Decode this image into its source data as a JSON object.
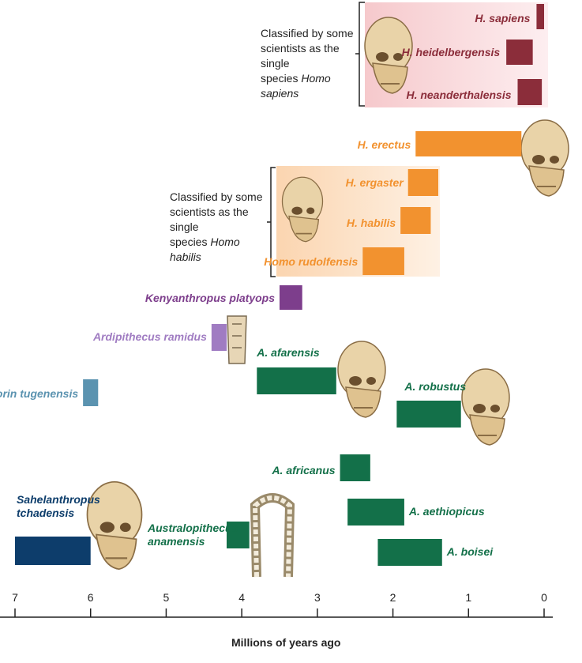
{
  "chart_data": {
    "type": "bar",
    "orientation": "horizontal-ranges",
    "xlabel": "Millions of years ago",
    "xlim": [
      7,
      0
    ],
    "x_ticks": [
      "7",
      "6",
      "5",
      "4",
      "3",
      "2",
      "1",
      "0"
    ],
    "colors": {
      "recent_homo": "#8b2d3a",
      "early_homo": "#f2922f",
      "kenyanthropus": "#7d3e8c",
      "ardipithecus": "#a07cc2",
      "orrorin": "#5b93b0",
      "australopithecus": "#137049",
      "sahelanthropus": "#0d3d6b"
    },
    "series": [
      {
        "name": "H. sapiens",
        "start": 0.1,
        "end": 0.0,
        "group": "recent_homo"
      },
      {
        "name": "H. heidelbergensis",
        "start": 0.5,
        "end": 0.15,
        "group": "recent_homo"
      },
      {
        "name": "H. neanderthalensis",
        "start": 0.35,
        "end": 0.03,
        "group": "recent_homo"
      },
      {
        "name": "H. erectus",
        "start": 1.7,
        "end": 0.3,
        "group": "early_homo"
      },
      {
        "name": "H. ergaster",
        "start": 1.8,
        "end": 1.4,
        "group": "early_homo"
      },
      {
        "name": "H. habilis",
        "start": 1.9,
        "end": 1.5,
        "group": "early_homo"
      },
      {
        "name": "Homo rudolfensis",
        "start": 2.4,
        "end": 1.85,
        "group": "early_homo"
      },
      {
        "name": "Kenyanthropus platyops",
        "start": 3.5,
        "end": 3.2,
        "group": "kenyanthropus"
      },
      {
        "name": "Ardipithecus ramidus",
        "start": 4.4,
        "end": 4.2,
        "group": "ardipithecus"
      },
      {
        "name": "Orrorin tugenensis",
        "start": 6.1,
        "end": 5.9,
        "group": "orrorin"
      },
      {
        "name": "A. afarensis",
        "start": 3.8,
        "end": 2.75,
        "group": "australopithecus"
      },
      {
        "name": "A. robustus",
        "start": 1.95,
        "end": 1.1,
        "group": "australopithecus"
      },
      {
        "name": "A. africanus",
        "start": 2.7,
        "end": 2.3,
        "group": "australopithecus"
      },
      {
        "name": "A. aethiopicus",
        "start": 2.6,
        "end": 1.85,
        "group": "australopithecus"
      },
      {
        "name": "A. boisei",
        "start": 2.2,
        "end": 1.35,
        "group": "australopithecus"
      },
      {
        "name": "Australopithecus anamensis",
        "start": 4.2,
        "end": 3.9,
        "group": "australopithecus"
      },
      {
        "name": "Sahelanthropus tchadensis",
        "start": 7.0,
        "end": 6.0,
        "group": "sahelanthropus"
      }
    ],
    "annotations": {
      "sapiens_note": [
        "Classified by some",
        "scientists as the single",
        "species ",
        "Homo sapiens"
      ],
      "habilis_note": [
        "Classified by some",
        "scientists as the single",
        "species ",
        "Homo habilis"
      ]
    }
  }
}
